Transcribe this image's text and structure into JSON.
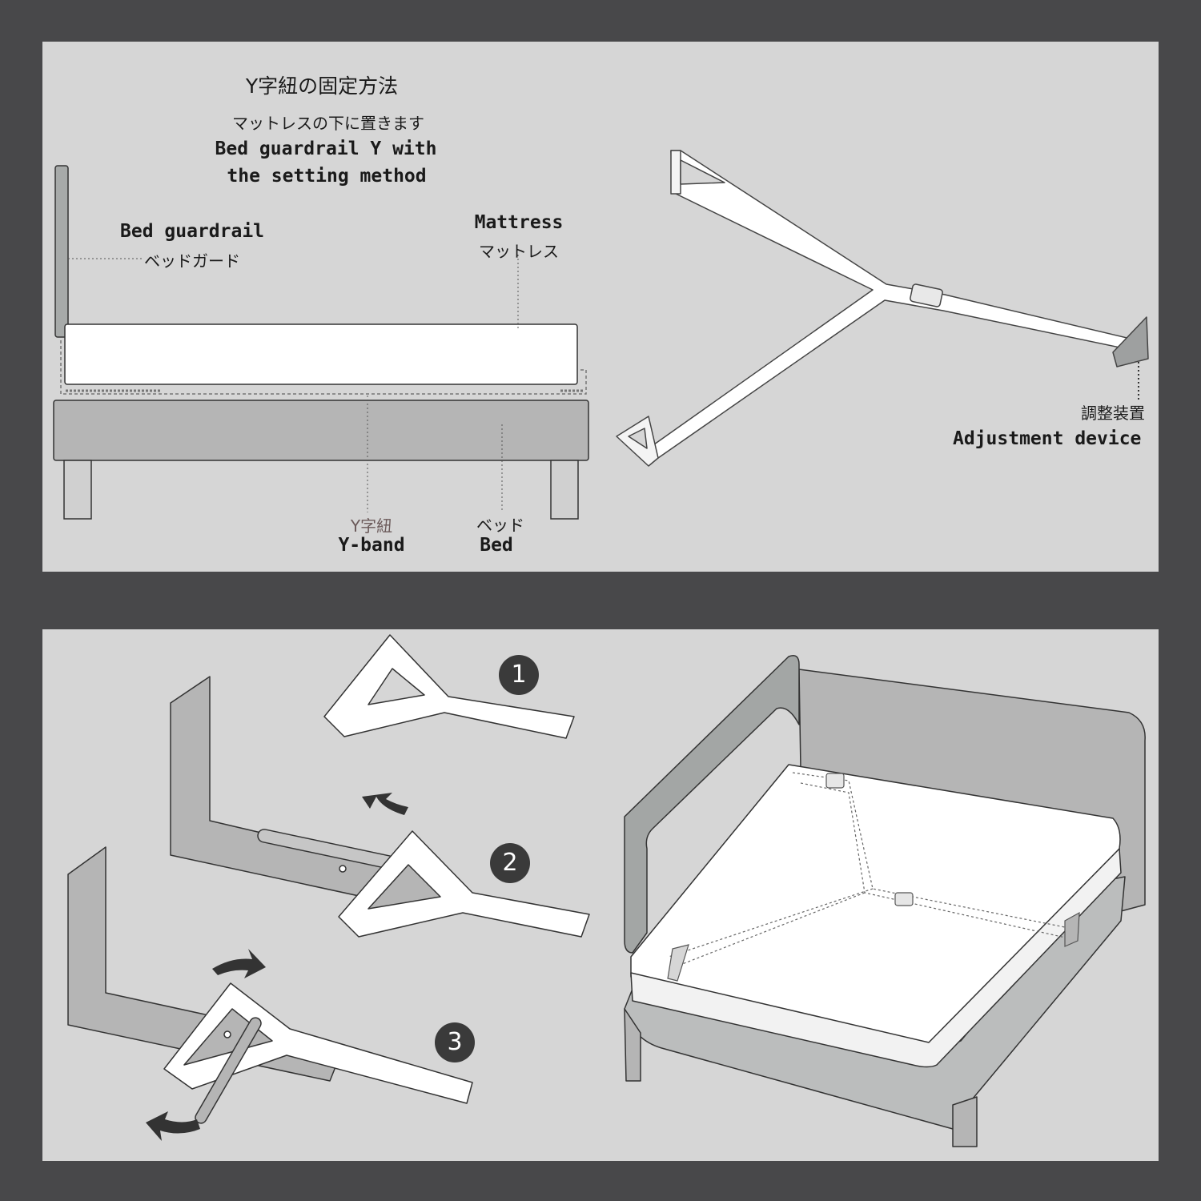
{
  "top": {
    "title_jp": "Y字紐の固定方法",
    "subtitle_jp": "マットレスの下に置きます",
    "title_en_line1": "Bed guardrail Y with",
    "title_en_line2": "the setting method",
    "guardrail_en": "Bed guardrail",
    "guardrail_jp": "ベッドガード",
    "mattress_en": "Mattress",
    "mattress_jp": "マットレス",
    "yband_jp": "Y字紐",
    "yband_en": "Y-band",
    "bed_jp": "ベッド",
    "bed_en": "Bed",
    "adjust_jp": "調整装置",
    "adjust_en": "Adjustment device"
  },
  "bottom": {
    "steps": [
      "1",
      "2",
      "3"
    ]
  },
  "colors": {
    "background": "#48484a",
    "panel": "#d6d6d6",
    "bed_gray": "#b5b5b5",
    "frame_gray": "#a9abab",
    "white": "#ffffff",
    "step_circle": "#3a3a3a"
  }
}
